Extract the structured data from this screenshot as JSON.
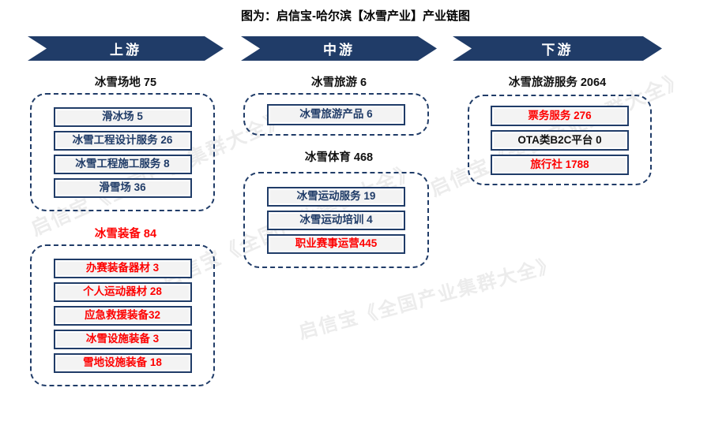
{
  "title": "图为：启信宝-哈尔滨【冰雪产业】产业链图",
  "watermark": "启信宝《全国产业集群大全》",
  "colors": {
    "navy": "#203c68",
    "red": "#fe0000",
    "dark": "#111111",
    "item_bg": "#f3f3f3",
    "arrow_bg": "#203c68",
    "arrow_text": "#ffffff",
    "watermark_text": "#ececec"
  },
  "columns": [
    {
      "id": "upstream",
      "header": "上游",
      "groups": [
        {
          "label": "冰雪场地 75",
          "label_color": "dark",
          "items": [
            {
              "text": "滑冰场 5",
              "color": "navy"
            },
            {
              "text": "冰雪工程设计服务 26",
              "color": "navy"
            },
            {
              "text": "冰雪工程施工服务 8",
              "color": "navy"
            },
            {
              "text": "滑雪场 36",
              "color": "navy"
            }
          ]
        },
        {
          "label": "冰雪装备 84",
          "label_color": "red",
          "items": [
            {
              "text": "办赛装备器材 3",
              "color": "red"
            },
            {
              "text": "个人运动器材 28",
              "color": "red"
            },
            {
              "text": "应急救援装备32",
              "color": "red"
            },
            {
              "text": "冰雪设施装备 3",
              "color": "red"
            },
            {
              "text": "雪地设施装备 18",
              "color": "red"
            }
          ]
        }
      ]
    },
    {
      "id": "midstream",
      "header": "中游",
      "groups": [
        {
          "label": "冰雪旅游 6",
          "label_color": "dark",
          "items": [
            {
              "text": "冰雪旅游产品 6",
              "color": "navy"
            }
          ]
        },
        {
          "label": "冰雪体育 468",
          "label_color": "dark",
          "items": [
            {
              "text": "冰雪运动服务 19",
              "color": "navy"
            },
            {
              "text": "冰雪运动培训 4",
              "color": "navy"
            },
            {
              "text": "职业赛事运营445",
              "color": "red"
            }
          ]
        }
      ]
    },
    {
      "id": "downstream",
      "header": "下游",
      "groups": [
        {
          "label": "冰雪旅游服务 2064",
          "label_color": "dark",
          "items": [
            {
              "text": "票务服务 276",
              "color": "red"
            },
            {
              "text": "OTA类B2C平台 0",
              "color": "dark"
            },
            {
              "text": "旅行社 1788",
              "color": "red"
            }
          ]
        }
      ]
    }
  ]
}
